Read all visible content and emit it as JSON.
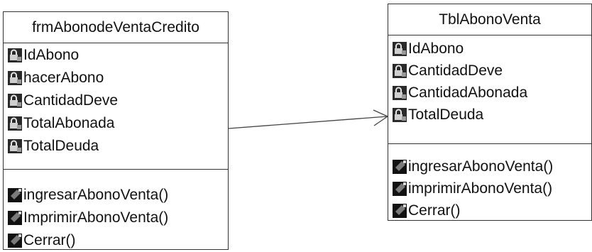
{
  "left_class": {
    "name": "frmAbonodeVentaCredito",
    "attributes": [
      "IdAbono",
      "hacerAbono",
      "CantidadDeve",
      "TotalAbonada",
      "TotalDeuda"
    ],
    "operations": [
      "ingresarAbonoVenta()",
      "ImprimirAbonoVenta()",
      "Cerrar()"
    ]
  },
  "right_class": {
    "name": "TblAbonoVenta",
    "attributes": [
      "IdAbono",
      "CantidadDeve",
      "CantidadAbonada",
      "TotalDeuda"
    ],
    "operations": [
      "ingresarAbonoVenta()",
      "imprimirAbonoVenta()",
      "Cerrar()"
    ]
  },
  "icons": {
    "attribute": "private-attribute-lock-icon",
    "operation": "public-operation-icon"
  }
}
